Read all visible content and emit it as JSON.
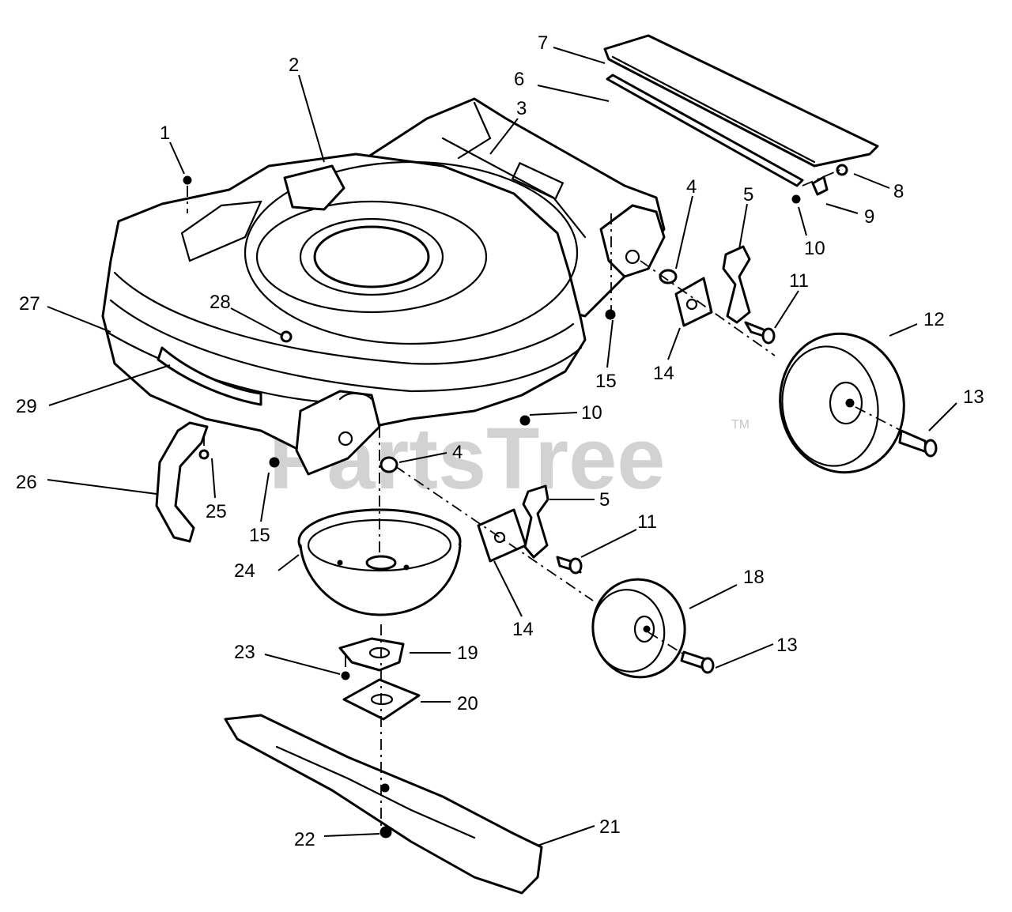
{
  "watermark": {
    "text": "PartsTree",
    "trademark": "TM"
  },
  "callouts": {
    "c1": "1",
    "c2": "2",
    "c3": "3",
    "c4a": "4",
    "c4b": "4",
    "c5a": "5",
    "c5b": "5",
    "c6": "6",
    "c7": "7",
    "c8": "8",
    "c9": "9",
    "c10a": "10",
    "c10b": "10",
    "c11a": "11",
    "c11b": "11",
    "c12": "12",
    "c13a": "13",
    "c13b": "13",
    "c14a": "14",
    "c14b": "14",
    "c15a": "15",
    "c15b": "15",
    "c18": "18",
    "c19": "19",
    "c20": "20",
    "c21": "21",
    "c22": "22",
    "c23": "23",
    "c24": "24",
    "c25": "25",
    "c26": "26",
    "c27": "27",
    "c28": "28",
    "c29": "29"
  }
}
